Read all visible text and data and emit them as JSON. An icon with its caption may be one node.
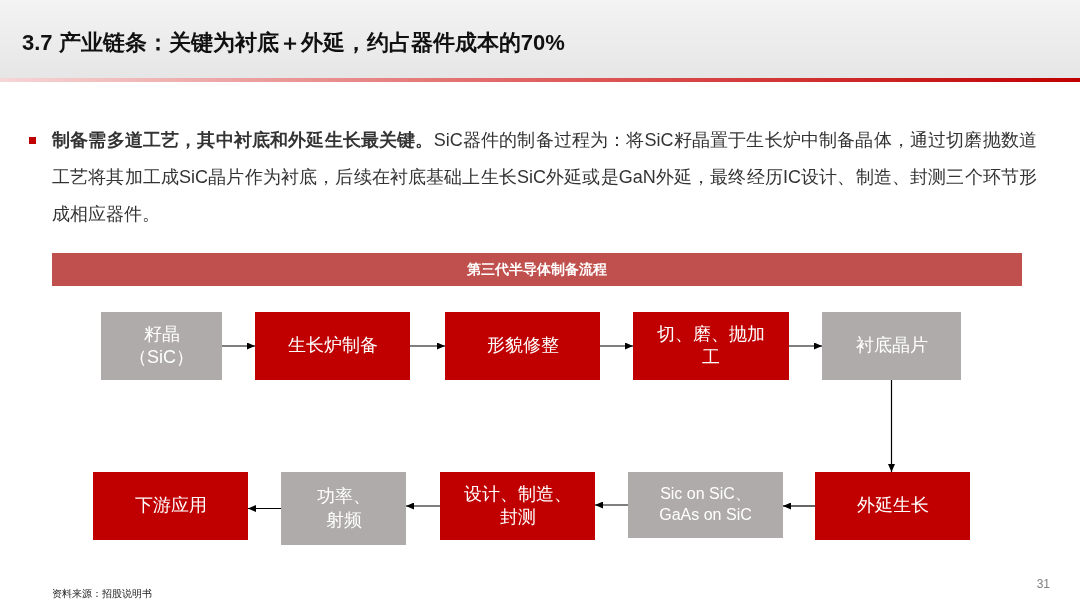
{
  "diagram": {
    "title": "3.7 产业链条：关键为衬底＋外延，约占器件成本的70%",
    "nodes": [
      {
        "text": [
          "第三代半导体制备流程"
        ]
      },
      {
        "text": [
          "籽晶（SiC）"
        ]
      },
      {
        "text": [
          "生长炉制备"
        ]
      },
      {
        "text": [
          "形貌修整"
        ]
      },
      {
        "text": [
          "切、磨、抛加工"
        ]
      },
      {
        "text": [
          "衬底晶片"
        ]
      },
      {
        "text": [
          "外延生长"
        ]
      },
      {
        "text": [
          "Sic on SiC、GaAs on SiC"
        ]
      },
      {
        "text": [
          "设计、制造、封测"
        ]
      },
      {
        "text": [
          "功率、射频"
        ]
      },
      {
        "text": [
          "下游应用"
        ]
      }
    ],
    "edges": [
      {
        "from": 1,
        "to": 2,
        "arrow": "to"
      },
      {
        "from": 2,
        "to": 3,
        "arrow": "to"
      },
      {
        "from": 3,
        "to": 4,
        "arrow": "to"
      },
      {
        "from": 4,
        "to": 5,
        "arrow": "to"
      },
      {
        "from": 5,
        "to": 6,
        "arrow": "to"
      },
      {
        "from": 6,
        "to": 7,
        "arrow": "to"
      },
      {
        "from": 7,
        "to": 8,
        "arrow": "to"
      },
      {
        "from": 8,
        "to": 9,
        "arrow": "to"
      },
      {
        "from": 9,
        "to": 10,
        "arrow": "to"
      }
    ],
    "labels": [
      "**制备需多道工艺，其中衬底和外延生长最关键。**SiC器件的制备过程为：将SiC籽晶置于生长炉中制备晶体，通过切磨抛数道工艺将其加工成SiC晶片作为衬底，后续在衬底基础上生长SiC外延或是GaN外延，最终经历IC设计、制造、封测三个环节形成相应器件。",
      "资料来源：招股说明书",
      "31"
    ]
  }
}
